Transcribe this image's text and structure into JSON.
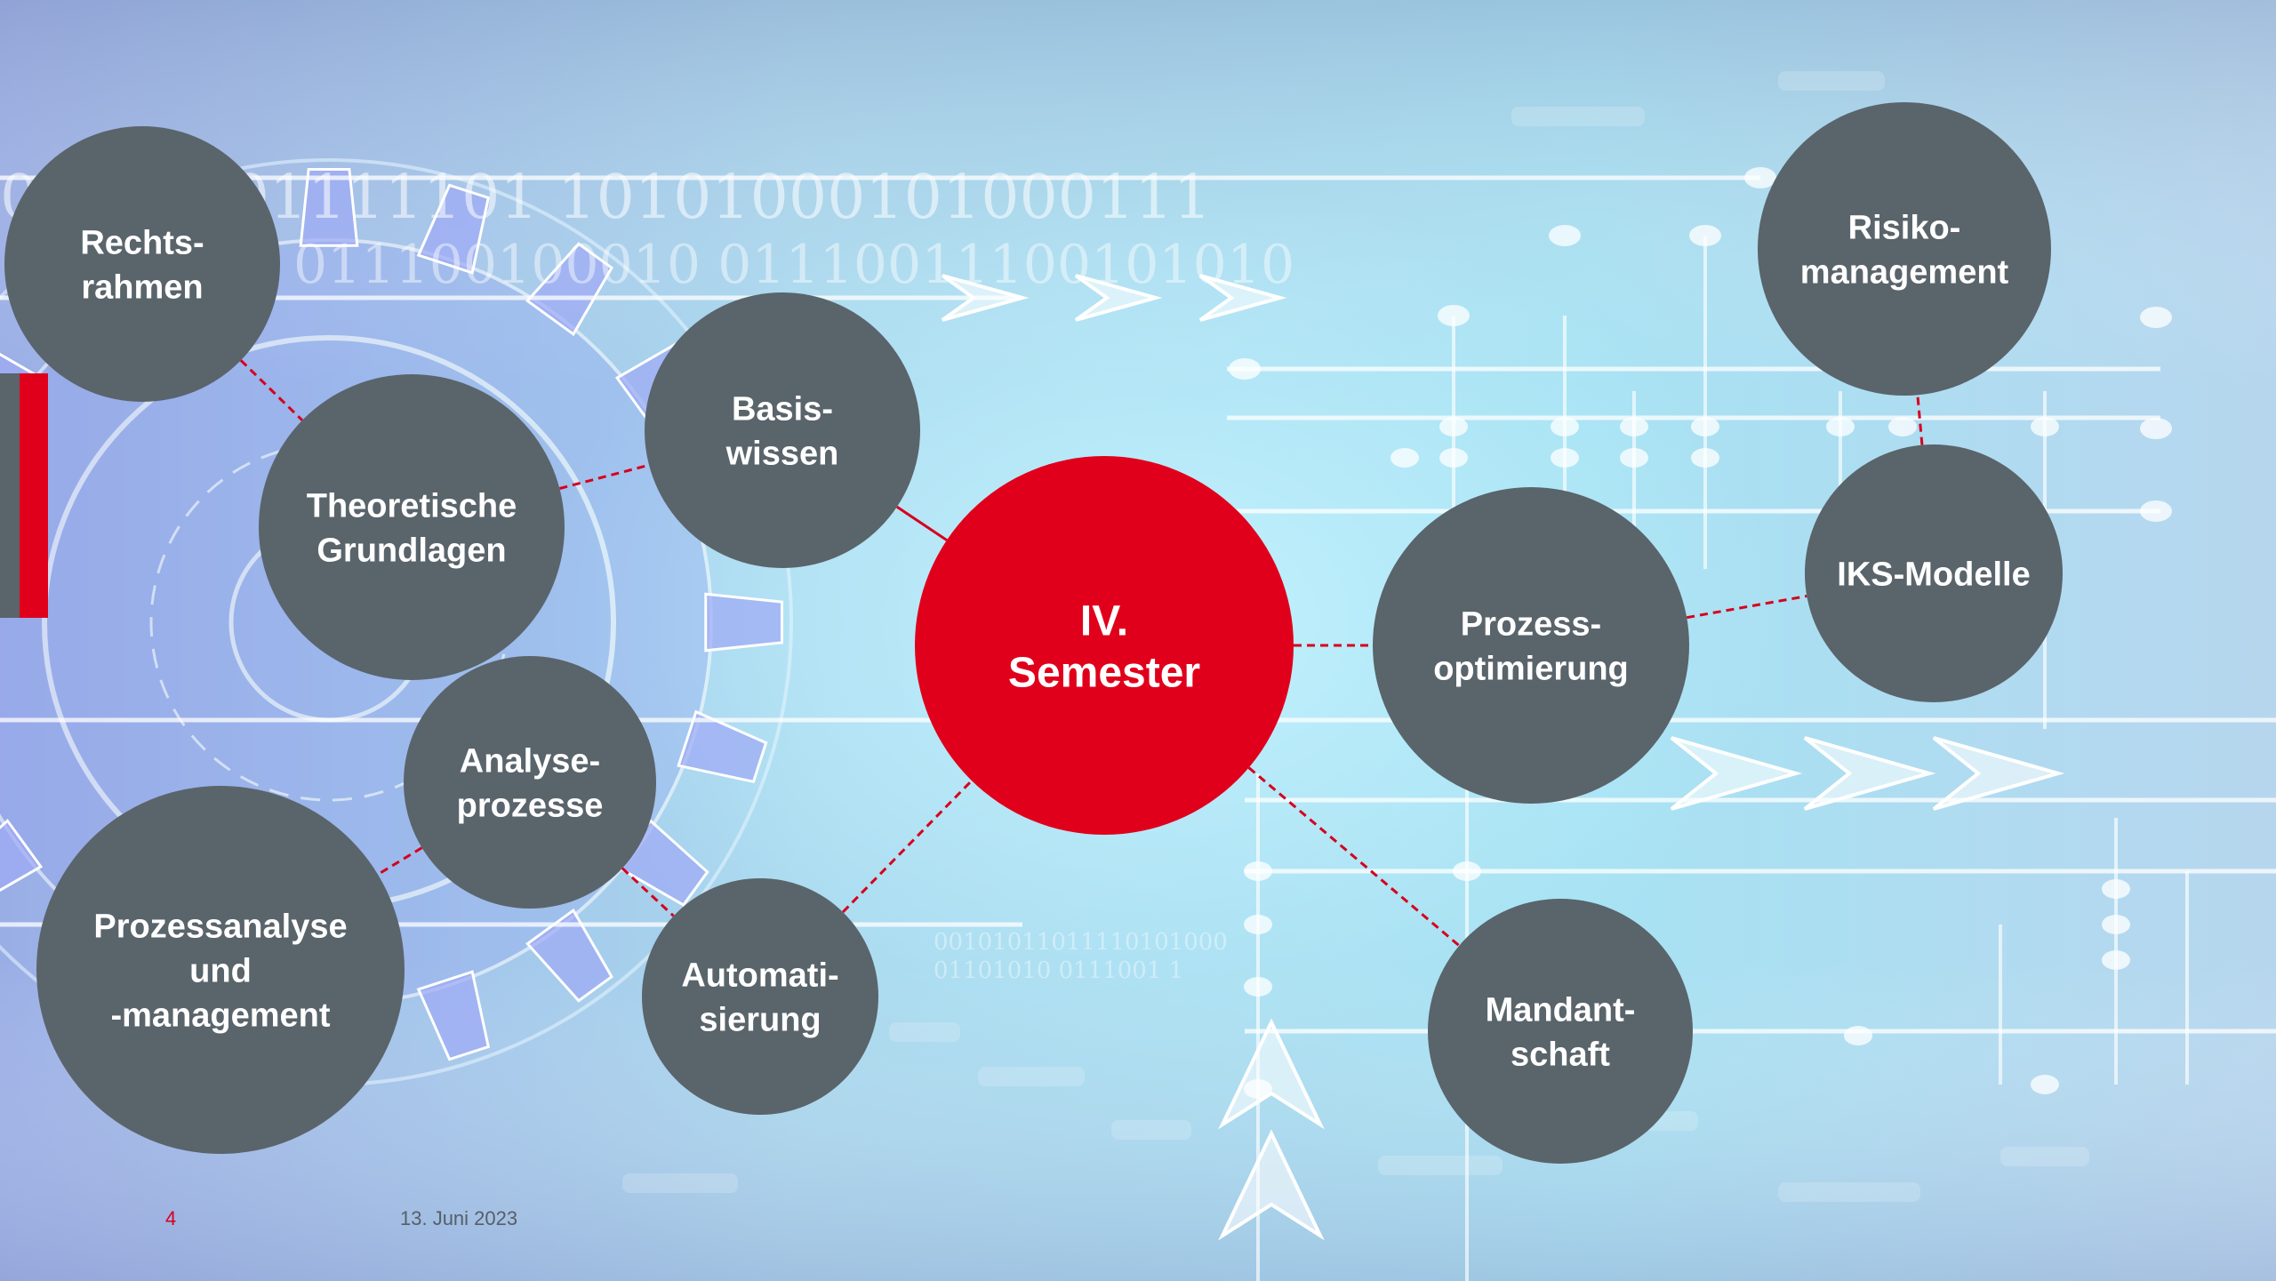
{
  "slide": {
    "page_number": "4",
    "date": "13. Juni 2023"
  },
  "background": {
    "binary_line_1": "01110001111101 10101000101000111",
    "binary_line_2": "011100100010 01110011100101010",
    "binary_small_1": "00101011011110101000",
    "binary_small_2": "01101010 0111001 1"
  },
  "colors": {
    "node_fill": "#5a646b",
    "center_fill": "#e0001b",
    "connector": "#d6001c",
    "bg_light": "#a8e4f2",
    "bg_blue": "#8fa3e8"
  },
  "diagram": {
    "center": {
      "id": "semester",
      "lines": [
        "IV.",
        "Semester"
      ]
    },
    "nodes": [
      {
        "id": "rechtsrahmen",
        "lines": [
          "Rechts-",
          "rahmen"
        ]
      },
      {
        "id": "theoretische",
        "lines": [
          "Theoretische",
          "Grundlagen"
        ]
      },
      {
        "id": "basiswissen",
        "lines": [
          "Basis-",
          "wissen"
        ]
      },
      {
        "id": "analyseprozesse",
        "lines": [
          "Analyse-",
          "prozesse"
        ]
      },
      {
        "id": "prozessanalyse",
        "lines": [
          "Prozessanalyse",
          "und",
          "-management"
        ]
      },
      {
        "id": "automatisierung",
        "lines": [
          "Automati-",
          "sierung"
        ]
      },
      {
        "id": "prozessoptimierung",
        "lines": [
          "Prozess-",
          "optimierung"
        ]
      },
      {
        "id": "mandantschaft",
        "lines": [
          "Mandant-",
          "schaft"
        ]
      },
      {
        "id": "iks",
        "lines": [
          "IKS-Modelle"
        ]
      },
      {
        "id": "risiko",
        "lines": [
          "Risiko-",
          "management"
        ]
      }
    ],
    "edges": [
      {
        "from": "rechtsrahmen",
        "to": "theoretische",
        "style": "dashed"
      },
      {
        "from": "theoretische",
        "to": "basiswissen",
        "style": "dashed"
      },
      {
        "from": "basiswissen",
        "to": "semester",
        "style": "solid"
      },
      {
        "from": "analyseprozesse",
        "to": "prozessanalyse",
        "style": "dashed"
      },
      {
        "from": "analyseprozesse",
        "to": "automatisierung",
        "style": "dashed"
      },
      {
        "from": "automatisierung",
        "to": "semester",
        "style": "dashed"
      },
      {
        "from": "semester",
        "to": "prozessoptimierung",
        "style": "dashed"
      },
      {
        "from": "semester",
        "to": "mandantschaft",
        "style": "dashed"
      },
      {
        "from": "prozessoptimierung",
        "to": "iks",
        "style": "dashed"
      },
      {
        "from": "iks",
        "to": "risiko",
        "style": "dashed"
      }
    ]
  }
}
